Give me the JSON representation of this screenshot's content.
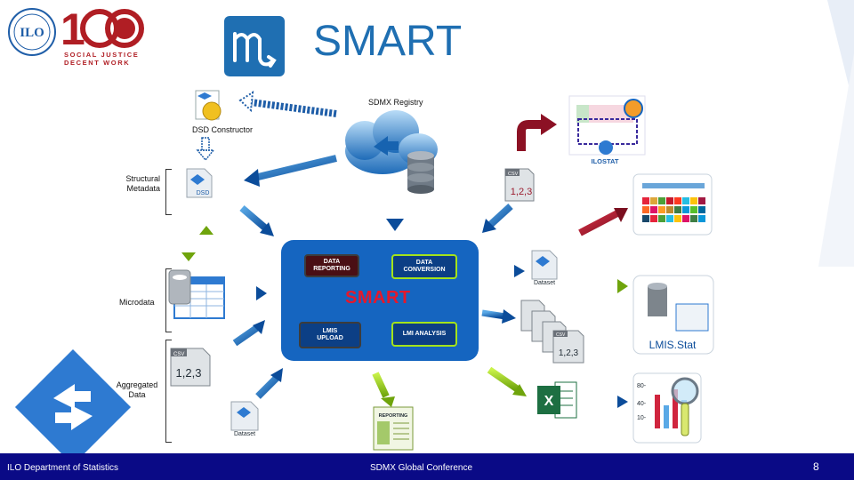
{
  "header": {
    "title": "SMART",
    "centenary_tagline_line1": "SOCIAL JUSTICE",
    "centenary_tagline_line2": "DECENT WORK"
  },
  "diagram": {
    "sdmx_registry_label": "SDMX Registry",
    "dsd_constructor_label": "DSD Constructor",
    "ilostat_label": "ILOSTAT",
    "structural_metadata_line1": "Structural",
    "structural_metadata_line2": "Metadata",
    "dsd_file_label": "DSD",
    "microdata_label": "Microdata",
    "aggregated_data_line1": "Aggregated",
    "aggregated_data_line2": "Data",
    "csv_badge": "CSV",
    "csv_content": "1,2,3",
    "dataset_label": "Dataset",
    "reporting_doc_label": "REPORTING",
    "lmis_stat_label": "LMIS.Stat",
    "chart_ticks": [
      "80-",
      "40-",
      "10-"
    ],
    "smart_core": {
      "title": "SMART",
      "data_reporting_line1": "DATA",
      "data_reporting_line2": "REPORTING",
      "data_conversion_line1": "DATA",
      "data_conversion_line2": "CONVERSION",
      "lmis_upload_line1": "LMIS",
      "lmis_upload_line2": "UPLOAD",
      "lmi_analysis": "LMI ANALYSIS"
    }
  },
  "footer": {
    "left": "ILO Department of Statistics",
    "center": "SDMX Global Conference",
    "page_number": "8"
  },
  "colors": {
    "brand_blue": "#1f6fb2",
    "footer_navy": "#0a0a86",
    "accent_green": "#a4e31a",
    "ilo_red": "#b01e24"
  }
}
